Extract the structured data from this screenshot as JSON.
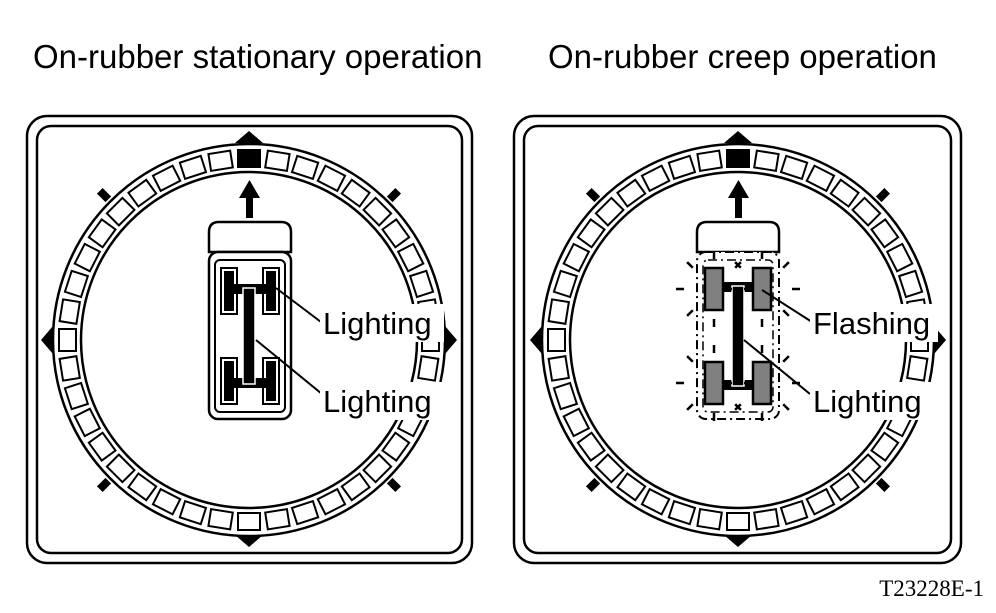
{
  "titles": {
    "left": "On-rubber stationary operation",
    "right": "On-rubber creep operation"
  },
  "left_panel": {
    "callout_upper": "Lighting",
    "callout_lower": "Lighting"
  },
  "right_panel": {
    "callout_upper": "Flashing",
    "callout_lower": "Lighting"
  },
  "figure_code": "T23228E-1",
  "colors": {
    "ink": "#000000",
    "lamp_fill": "#808080",
    "paper": "#ffffff"
  }
}
